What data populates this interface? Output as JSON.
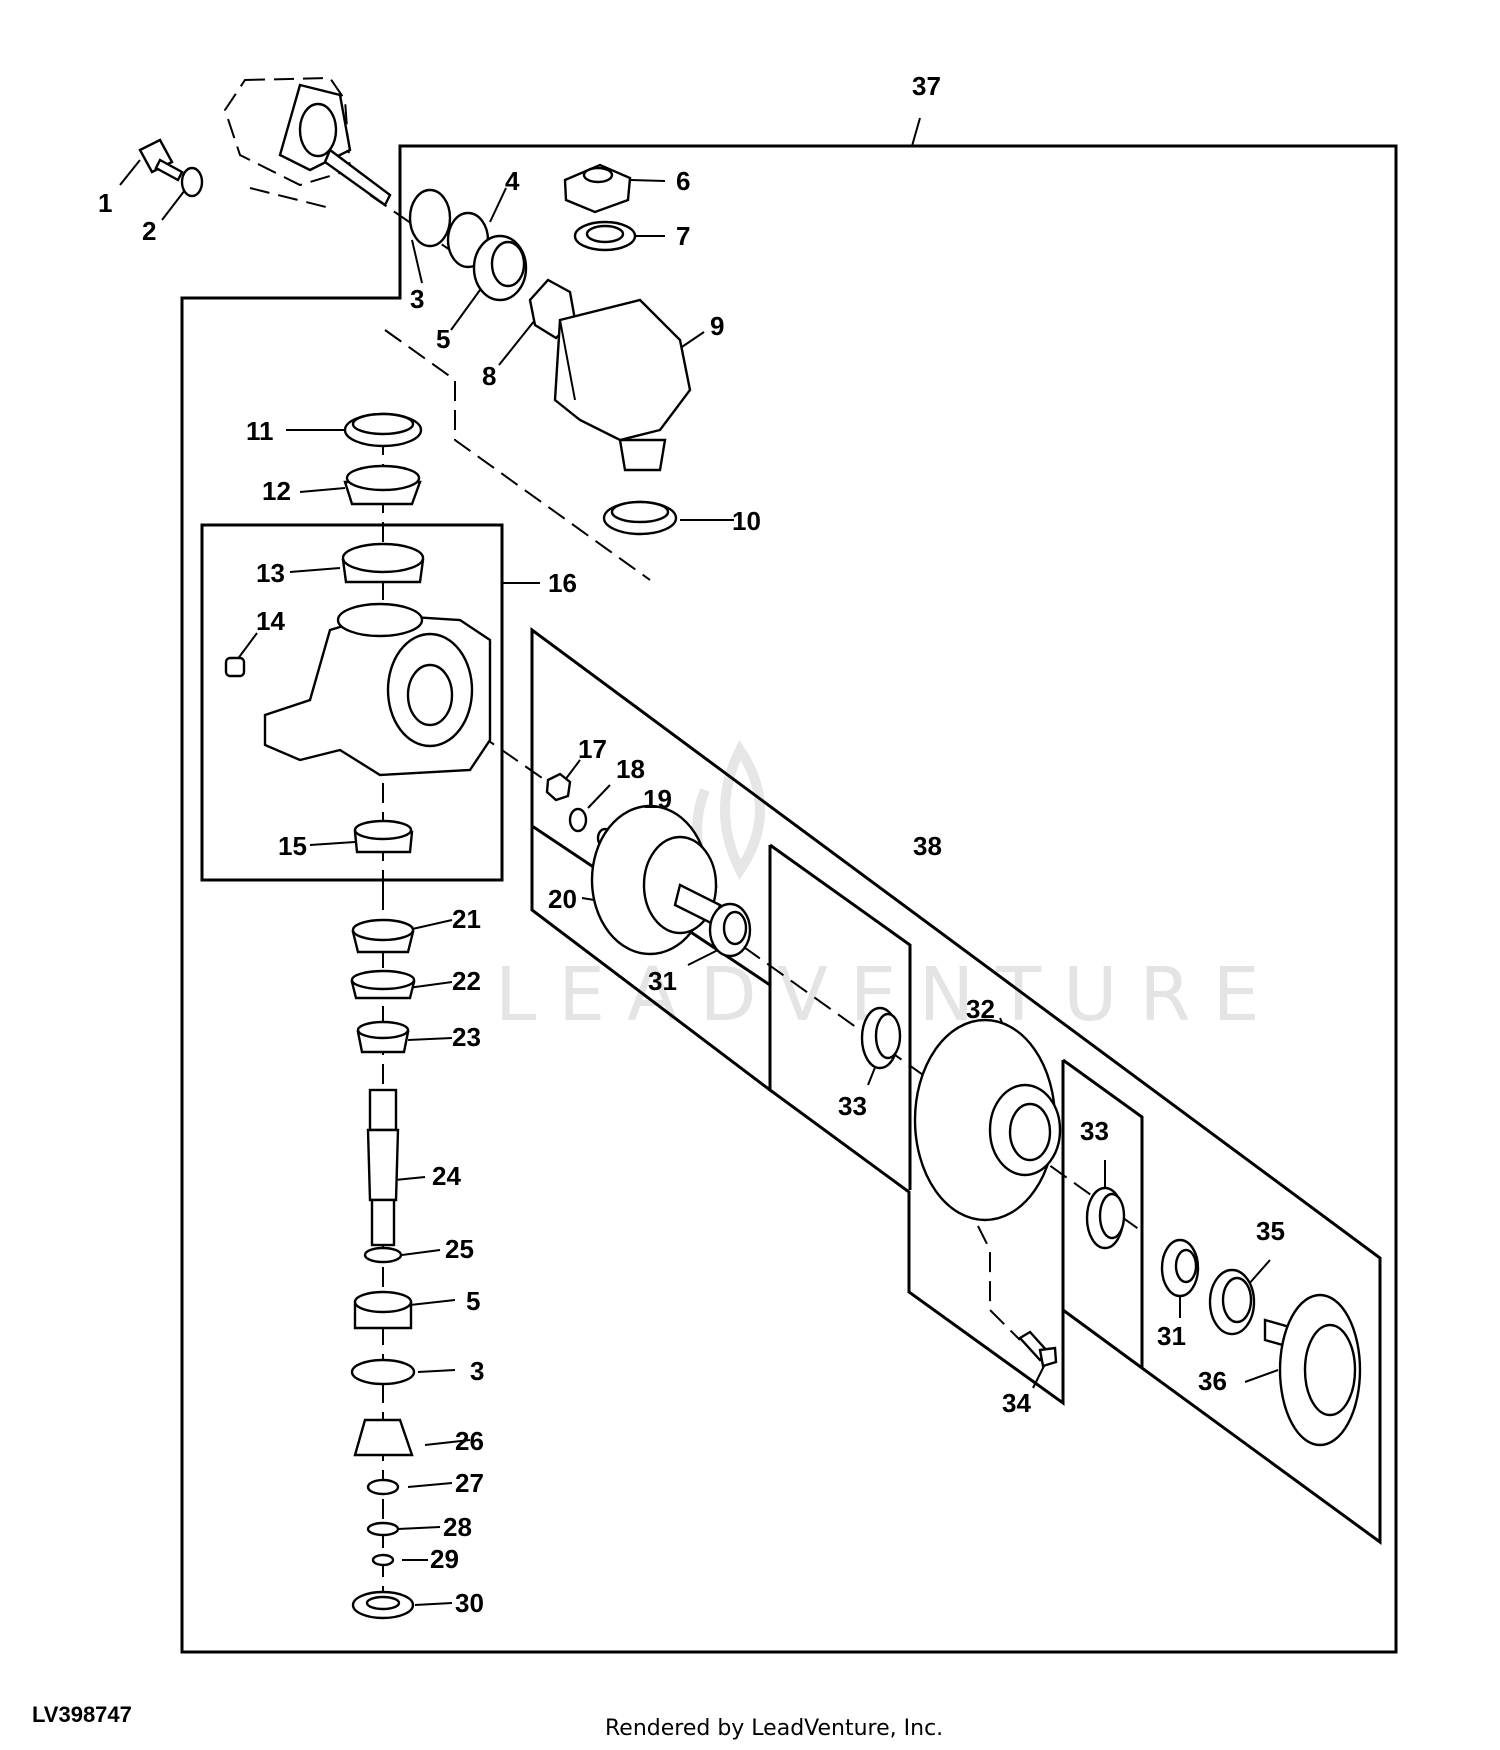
{
  "diagram": {
    "callouts": [
      "1",
      "2",
      "3",
      "4",
      "5",
      "6",
      "7",
      "8",
      "9",
      "10",
      "11",
      "12",
      "13",
      "14",
      "15",
      "16",
      "17",
      "18",
      "19",
      "20",
      "21",
      "22",
      "23",
      "24",
      "25",
      "5",
      "3",
      "26",
      "27",
      "28",
      "29",
      "30",
      "31",
      "33",
      "32",
      "33",
      "35",
      "31",
      "36",
      "34",
      "37",
      "38"
    ]
  },
  "watermark": "LEADVENTURE",
  "footer": {
    "figure_id": "LV398747",
    "credit": "Rendered by LeadVenture, Inc."
  }
}
